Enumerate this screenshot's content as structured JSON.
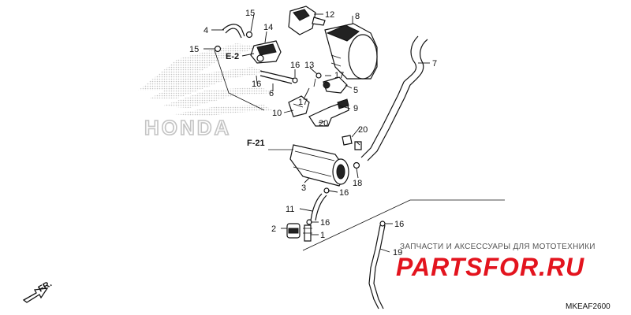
{
  "diagram": {
    "brand_watermark": "HONDA",
    "callouts": [
      "1",
      "2",
      "3",
      "4",
      "5",
      "6",
      "7",
      "8",
      "9",
      "10",
      "11",
      "12",
      "13",
      "14",
      "15",
      "16",
      "17",
      "18",
      "19",
      "20"
    ],
    "references": [
      "E-2",
      "F-21"
    ],
    "direction_label": "FR.",
    "diagram_code": "MKEAF2600",
    "shop_tagline": "ЗАПЧАСТИ И АКСЕССУАРЫ ДЛЯ МОТОТЕХНИКИ",
    "shop_logo": "PARTSFOR.RU",
    "colors": {
      "line": "#111111",
      "watermark": "#bdbdbd",
      "shop_red": "#e3141e",
      "shop_text": "#555555"
    }
  }
}
